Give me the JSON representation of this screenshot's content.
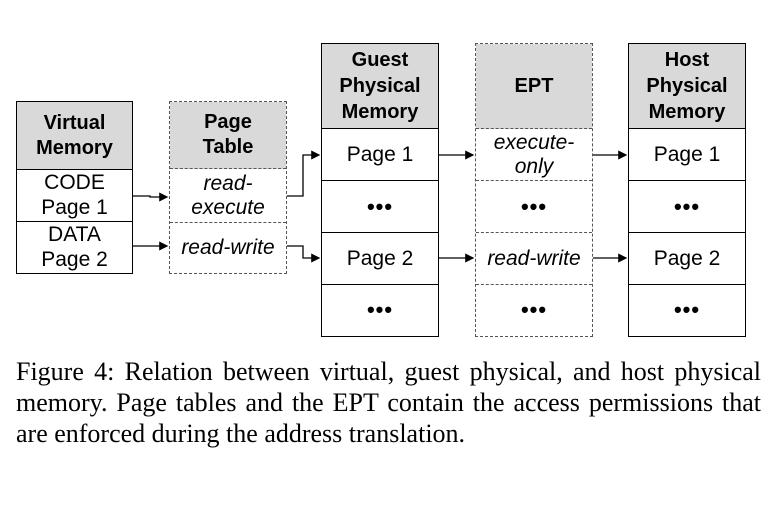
{
  "columns": {
    "virtual": {
      "title_line1": "Virtual",
      "title_line2": "Memory",
      "row1_line1": "CODE",
      "row1_line2": "Page 1",
      "row2_line1": "DATA",
      "row2_line2": "Page 2"
    },
    "pagetable": {
      "title_line1": "Page",
      "title_line2": "Table",
      "row1_line1": "read-",
      "row1_line2": "execute",
      "row2": "read-write"
    },
    "guest": {
      "title_line1": "Guest",
      "title_line2": "Physical",
      "title_line3": "Memory",
      "rows": [
        "Page 1",
        "•••",
        "Page 2",
        "•••"
      ]
    },
    "ept": {
      "title": "EPT",
      "row1_line1": "execute-",
      "row1_line2": "only",
      "row2": "•••",
      "row3": "read-write",
      "row4": "•••"
    },
    "host": {
      "title_line1": "Host",
      "title_line2": "Physical",
      "title_line3": "Memory",
      "rows": [
        "Page 1",
        "•••",
        "Page 2",
        "•••"
      ]
    }
  },
  "caption": "Figure 4: Relation between virtual, guest physical, and host physical memory. Page tables and the EPT contain the access permissions that are enforced during the address translation."
}
